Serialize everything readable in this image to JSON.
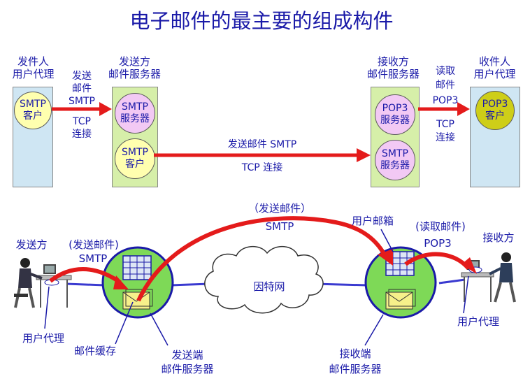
{
  "title": "电子邮件的最主要的组成构件",
  "top": {
    "sender_agent": {
      "line1": "发件人",
      "line2": "用户代理",
      "bubble_l1": "SMTP",
      "bubble_l2": "客户"
    },
    "send_server": {
      "line1": "发送方",
      "line2": "邮件服务器",
      "bubble1_l1": "SMTP",
      "bubble1_l2": "服务器",
      "bubble2_l1": "SMTP",
      "bubble2_l2": "客户"
    },
    "recv_server": {
      "line1": "接收方",
      "line2": "邮件服务器",
      "bubble1_l1": "POP3",
      "bubble1_l2": "服务器",
      "bubble2_l1": "SMTP",
      "bubble2_l2": "服务器"
    },
    "recipient_agent": {
      "line1": "收件人",
      "line2": "用户代理",
      "bubble_l1": "POP3",
      "bubble_l2": "客户"
    },
    "arrow_left": {
      "l1": "发送",
      "l2": "邮件",
      "l3": "SMTP",
      "l4": "TCP",
      "l5": "连接"
    },
    "arrow_middle": {
      "above": "发送邮件 SMTP",
      "below": "TCP 连接"
    },
    "arrow_right": {
      "l1": "读取",
      "l2": "邮件",
      "l3": "POP3",
      "l4": "TCP",
      "l5": "连接"
    }
  },
  "bottom": {
    "sender_label": "发送方",
    "send_action": "(发送邮件)",
    "send_proto": "SMTP",
    "middle_action": "（发送邮件）",
    "middle_proto": "SMTP",
    "mailbox": "用户邮箱",
    "read_action": "(读取邮件)",
    "read_proto": "POP3",
    "receiver_label": "接收方",
    "internet": "因特网",
    "user_agent_left": "用户代理",
    "mail_cache": "邮件缓存",
    "send_server_l1": "发送端",
    "send_server_l2": "邮件服务器",
    "recv_server_l1": "接收端",
    "recv_server_l2": "邮件服务器",
    "user_agent_right": "用户代理"
  },
  "colors": {
    "title": "#1a1aa8",
    "arrow": "#e41b1b",
    "panel_blue": "#cfe6f3",
    "panel_green": "#d6efa9",
    "bubble_yellow": "#ffffaf",
    "bubble_pink": "#f2c9f4",
    "circle_green": "#7ed957"
  }
}
